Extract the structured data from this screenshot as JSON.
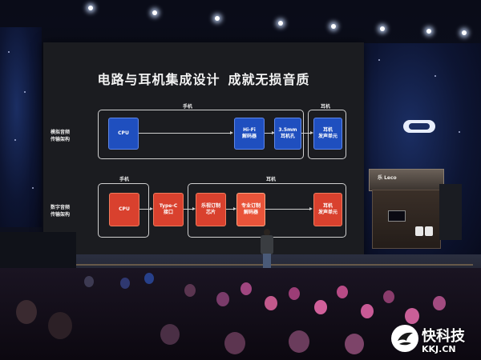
{
  "slide": {
    "title_main": "电路与耳机集成设计",
    "title_sub": "成就无损音质",
    "analog": {
      "row_label_line1": "模拟音频",
      "row_label_line2": "传输架构",
      "phone_label": "手机",
      "earphone_label": "耳机",
      "cpu": "CPU",
      "dac_line1": "Hi-Fi",
      "dac_line2": "解码器",
      "jack_line1": "3.5mm",
      "jack_line2": "耳机孔",
      "unit_line1": "耳机",
      "unit_line2": "发声单元"
    },
    "digital": {
      "row_label_line1": "数字音频",
      "row_label_line2": "传输架构",
      "phone_label": "手机",
      "earphone_label": "耳机",
      "cpu": "CPU",
      "port_line1": "Type-C",
      "port_line2": "接口",
      "chip_line1": "乐视订制",
      "chip_line2": "芯片",
      "dac_line1": "专业订制",
      "dac_line2": "解码器",
      "unit_line1": "耳机",
      "unit_line2": "发声单元"
    }
  },
  "booth": {
    "title": "乐 Leco"
  },
  "watermark": {
    "name": "快科技",
    "url": "KKJ.CN"
  },
  "colors": {
    "slide_bg": "#1b1c20",
    "chip_blue": "#1f4fbf",
    "chip_red": "#d9412e",
    "chip_orange": "#e9543a",
    "frame_line": "#cfcfcf"
  }
}
